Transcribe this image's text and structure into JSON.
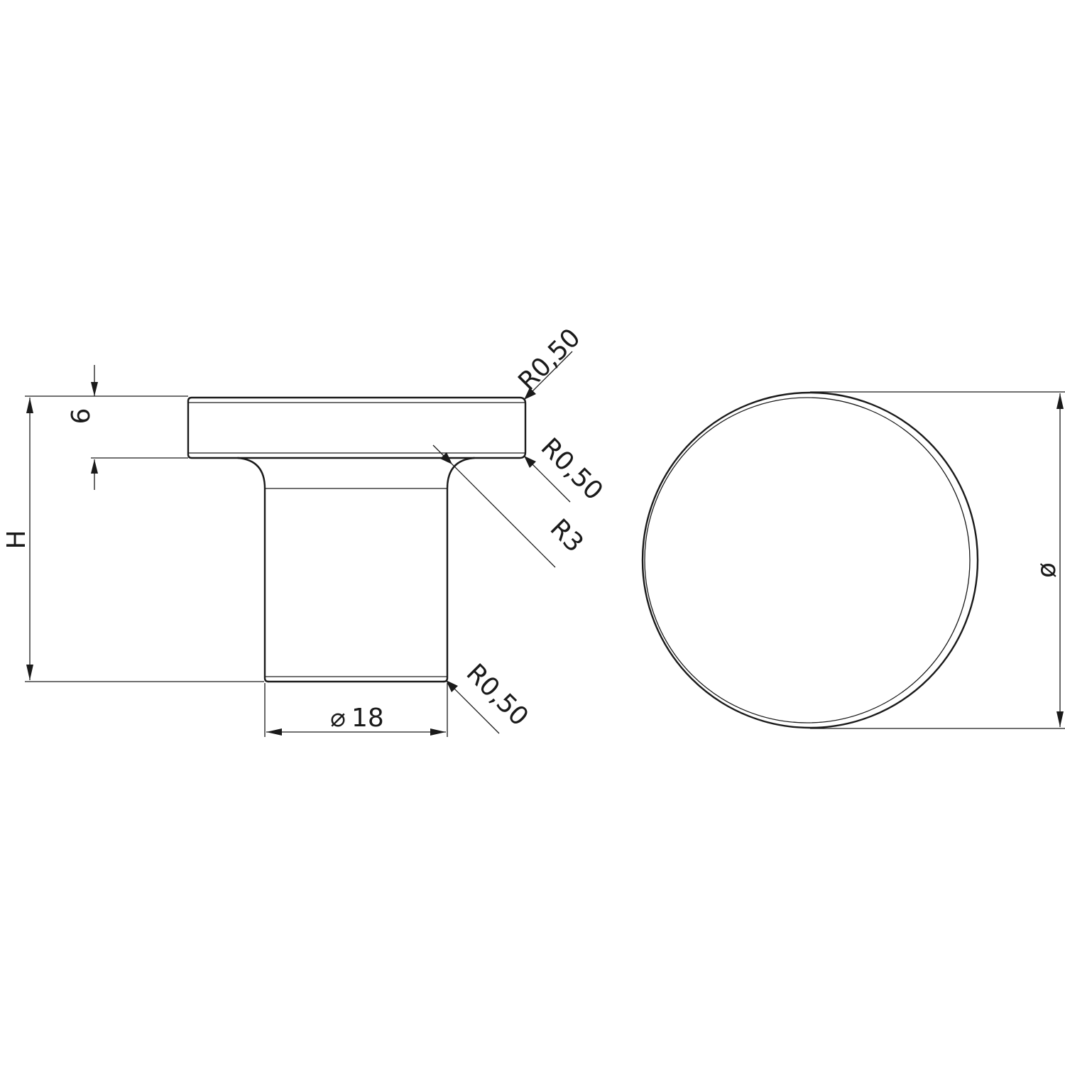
{
  "drawing": {
    "side_view": {
      "height_label": "H",
      "flange_thickness_label": "6",
      "top_edge_radius_label": "R0,50",
      "flange_underside_radius_label": "R0,50",
      "fillet_radius_label": "R3",
      "stem_bottom_radius_label": "R0,50",
      "stem_diameter_label": "18",
      "diameter_symbol": "⌀"
    },
    "top_view": {
      "diameter_label": "ø"
    }
  }
}
